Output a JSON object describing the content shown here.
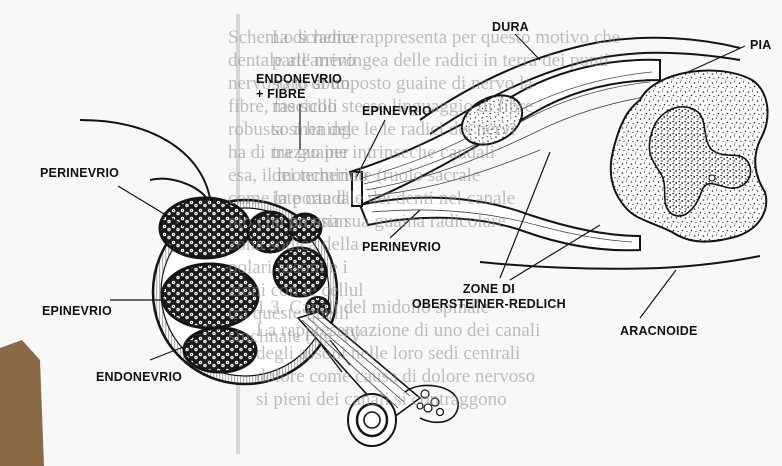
{
  "labels": {
    "dura": "DURA",
    "pia": "PIA",
    "endonevrio_fibre": [
      "ENDONEVRIO",
      "+ FIBRE"
    ],
    "epinevrio_top": "EPINEVRIO",
    "perinevrio_left": "PERINEVRIO",
    "perinevrio_center": "PERINEVRIO",
    "epinevrio_left": "EPINEVRIO",
    "endonevrio_bottom": "ENDONEVRIO",
    "zone": [
      "ZONE DI",
      "OBERSTEINER-REDLICH"
    ],
    "aracnoide": "ARACNOIDE"
  },
  "background_text_left": [
    "Schema di radice",
    "dentale all'arrivo",
    "nervo raro di un",
    "fibre, fascicoli",
    "robusta si ha del",
    "ha di mezzo per",
    "esa, il moncherino",
    "come la porta d'",
    "nto che prossim",
    "zona sodica della",
    "polari assoni e i",
    "zioni con le cellul",
    "tra queste quelli",
    "sinclinale (fig. IV"
  ],
  "background_text_right": [
    "Lo schema rappresenta per questo motivo che",
    "parte meningea delle radici in terra dei punti",
    "so lo sottoposto guaine di nervo la",
    "me sullo stesso linguaggio di fibre",
    "so meninge le le radici dei nervi",
    "tra guaine intrinseche caudali",
    "dei terminale (ruolo sacrale",
    "inte caudale dei denti nel canale",
    "si ha una sua guaina radicolare"
  ],
  "background_text_mid": [
    "1.3. Canali del midollo spinale",
    "La rappresentazione di uno dei canali",
    "degli assoni nelle loro sedi centrali",
    "dolore come causa di dolore nervoso",
    "si pieni dei canali si contraggono"
  ],
  "colors": {
    "ink": "#141414",
    "paper": "#ffffff",
    "page_gray": "#8e8e8e",
    "photo_brown": "#8a6a44"
  }
}
